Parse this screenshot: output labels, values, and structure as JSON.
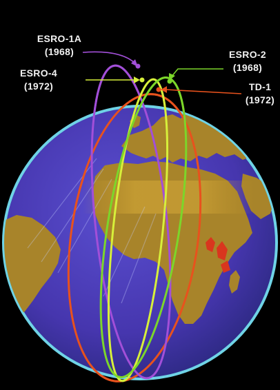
{
  "satellites": [
    {
      "id": "esro-1a",
      "name": "ESRO-1A",
      "year": "(1968)",
      "color": "#a24fd8"
    },
    {
      "id": "esro-2",
      "name": "ESRO-2",
      "year": "(1968)",
      "color": "#7cd62a"
    },
    {
      "id": "esro-4",
      "name": "ESRO-4",
      "year": "(1972)",
      "color": "#d7f03a"
    },
    {
      "id": "td-1",
      "name": "TD-1",
      "year": "(1972)",
      "color": "#e8521d"
    }
  ],
  "colors": {
    "background": "#000000",
    "ocean": "#4b3fb8",
    "land": "#a8842a",
    "atmosphere": "#6fd3e6"
  }
}
